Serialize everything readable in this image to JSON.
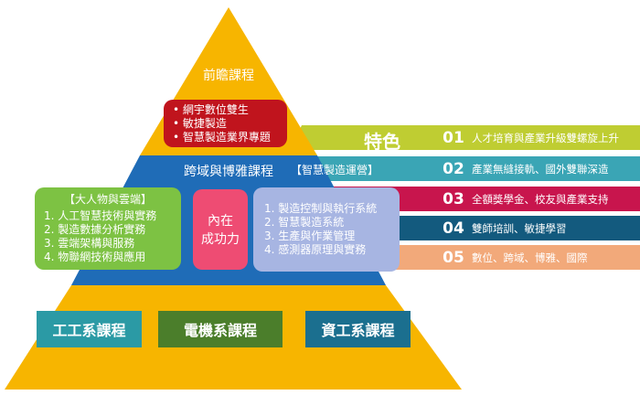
{
  "top": {
    "title": "前瞻課程",
    "items": [
      "網宇數位雙生",
      "敏捷製造",
      "智慧製造業界專題"
    ]
  },
  "middle": {
    "title": "跨域與博雅課程",
    "smart_ops_title": "【智慧製造運營】",
    "left_box": {
      "title": "【大人物與雲端】",
      "items": [
        "1.  人工智慧技術與實務",
        "2.  製造數據分析實務",
        "3.  雲端架構與服務",
        "4.  物聯網技術與應用"
      ]
    },
    "center_box": {
      "line1": "內在",
      "line2": "成功力"
    },
    "right_box": {
      "items": [
        "1.  製造控制與執行系統",
        "2.  智慧製造系統",
        "3.  生產與作業管理",
        "4.  感測器原理與實務"
      ]
    }
  },
  "base": {
    "departments": [
      "工工系課程",
      "電機系課程",
      "資工系課程"
    ]
  },
  "features": {
    "label": "特色",
    "rows": [
      {
        "num": "01",
        "text": "人才培育與產業升級雙螺旋上升"
      },
      {
        "num": "02",
        "text": "產業無縫接軌、國外雙聯深造"
      },
      {
        "num": "03",
        "text": "全額獎學金、校友與產業支持"
      },
      {
        "num": "04",
        "text": "雙師培訓、敏捷學習"
      },
      {
        "num": "05",
        "text": "數位、跨域、博雅、國際"
      }
    ]
  },
  "colors": {
    "pyramid_top": "#F7B500",
    "pyramid_mid": "#1F6CB7",
    "pyramid_base": "#F7B500",
    "red_box": "#C0141D",
    "green_box": "#7DC243",
    "pink_box": "#EE4C73",
    "lavender_box": "#A7B5E2",
    "dept1": "#2B9AA5",
    "dept2": "#4B7E2B",
    "dept3": "#1B6F8F",
    "feat1": "#BFCD32",
    "feat2": "#3AA5B5",
    "feat3": "#C8154D",
    "feat4": "#135A7E",
    "feat5": "#F2A97A"
  }
}
